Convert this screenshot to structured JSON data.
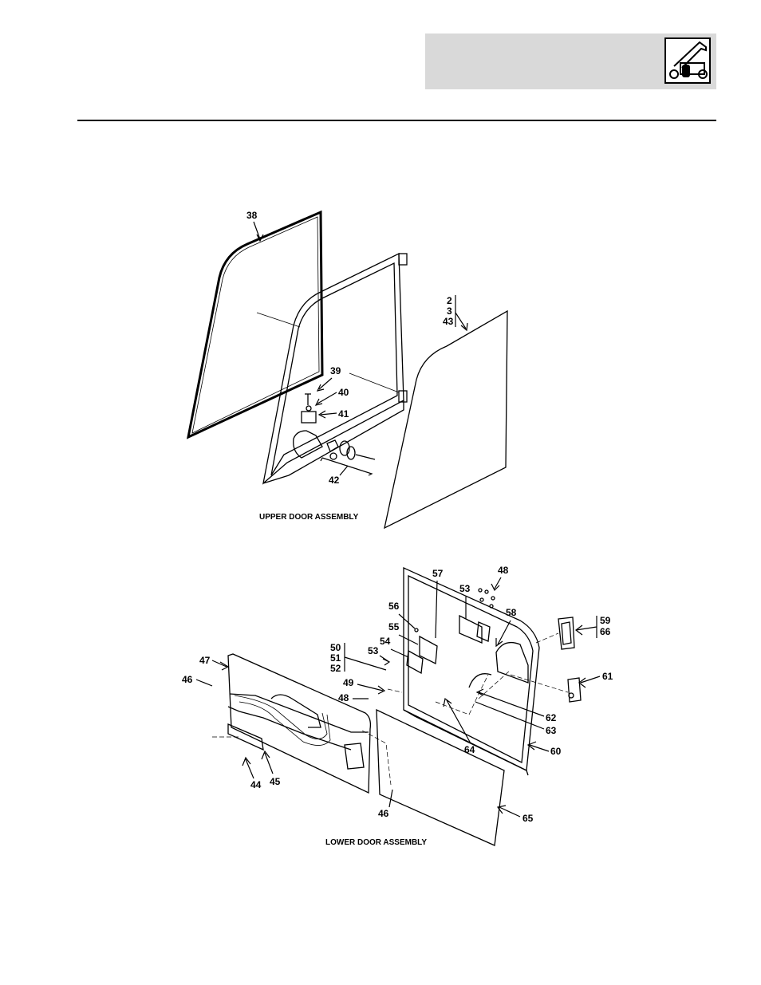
{
  "header": {
    "icon": "loader-vehicle-icon"
  },
  "upper": {
    "caption": "UPPER DOOR ASSEMBLY",
    "callouts": {
      "c38": "38",
      "c2": "2",
      "c3": "3",
      "c43": "43",
      "c39": "39",
      "c40": "40",
      "c41": "41",
      "c42": "42"
    }
  },
  "lower": {
    "caption": "LOWER DOOR ASSEMBLY",
    "callouts": {
      "c57": "57",
      "c48a": "48",
      "c53a": "53",
      "c56": "56",
      "c58": "58",
      "c59": "59",
      "c66": "66",
      "c55": "55",
      "c54": "54",
      "c50": "50",
      "c51": "51",
      "c52": "52",
      "c53b": "53",
      "c47": "47",
      "c46a": "46",
      "c49": "49",
      "c48b": "48",
      "c61": "61",
      "c62": "62",
      "c63": "63",
      "c64": "64",
      "c60": "60",
      "c44": "44",
      "c45": "45",
      "c46b": "46",
      "c65": "65"
    }
  }
}
